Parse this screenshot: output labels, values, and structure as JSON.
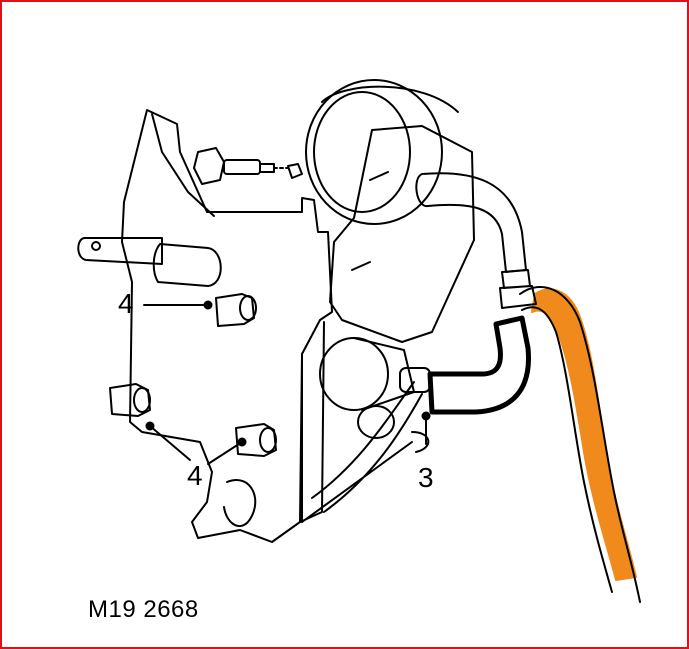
{
  "diagram": {
    "callouts": [
      {
        "id": "c4a",
        "label": "4"
      },
      {
        "id": "c4b",
        "label": "4"
      },
      {
        "id": "c3",
        "label": "3"
      }
    ],
    "reference_code": "M19 2668",
    "colors": {
      "frame_border": "#e0101a",
      "line": "#000000",
      "highlight_hose": "#f08a1c"
    }
  }
}
